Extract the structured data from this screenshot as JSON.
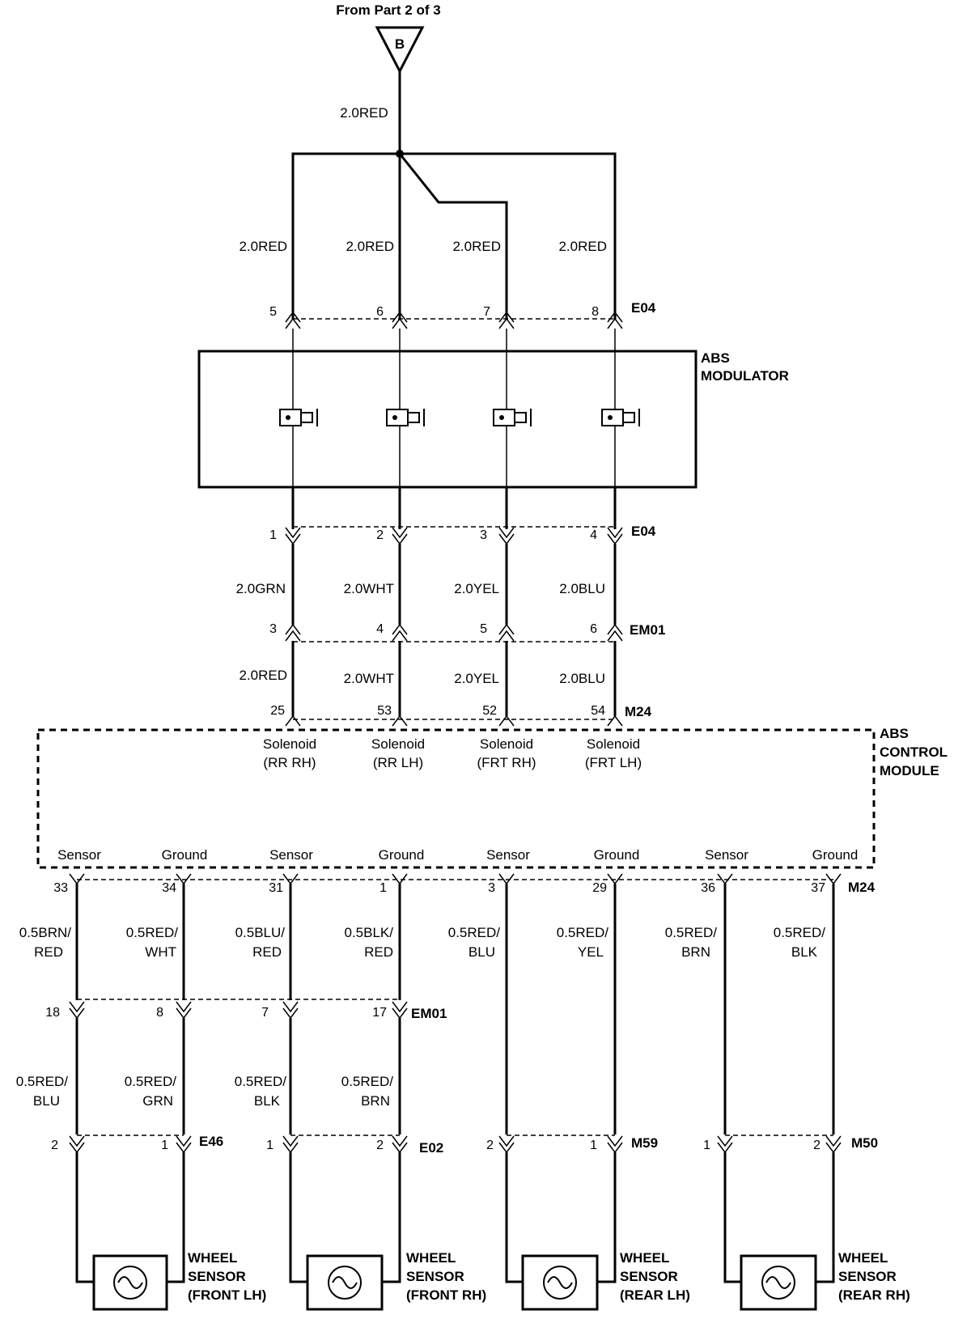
{
  "header": {
    "from_label": "From Part 2 of 3",
    "connector_letter": "B",
    "main_wire": "2.0RED"
  },
  "colors": {
    "line": "#000000",
    "background": "#ffffff"
  },
  "modulator": {
    "name_line1": "ABS",
    "name_line2": "MODULATOR",
    "top_connector": "E04",
    "bottom_connector": "E04",
    "top_wires": [
      "2.0RED",
      "2.0RED",
      "2.0RED",
      "2.0RED"
    ],
    "top_pins": [
      "5",
      "6",
      "7",
      "8"
    ],
    "bottom_pins": [
      "1",
      "2",
      "3",
      "4"
    ],
    "solenoid_icon": "solenoid-icon"
  },
  "em01_upper": {
    "connector": "EM01",
    "wires": [
      "2.0GRN",
      "2.0WHT",
      "2.0YEL",
      "2.0BLU"
    ],
    "pins": [
      "3",
      "4",
      "5",
      "6"
    ]
  },
  "m24_upper": {
    "connector": "M24",
    "wires": [
      "2.0RED",
      "2.0WHT",
      "2.0YEL",
      "2.0BLU"
    ],
    "pins": [
      "25",
      "53",
      "52",
      "54"
    ]
  },
  "control_module": {
    "name_line1": "ABS",
    "name_line2": "CONTROL",
    "name_line3": "MODULE",
    "solenoids": [
      {
        "l1": "Solenoid",
        "l2": "(RR RH)"
      },
      {
        "l1": "Solenoid",
        "l2": "(RR LH)"
      },
      {
        "l1": "Solenoid",
        "l2": "(FRT RH)"
      },
      {
        "l1": "Solenoid",
        "l2": "(FRT LH)"
      }
    ],
    "terminals": [
      "Sensor",
      "Ground",
      "Sensor",
      "Ground",
      "Sensor",
      "Ground",
      "Sensor",
      "Ground"
    ]
  },
  "m24_lower": {
    "connector": "M24",
    "pins": [
      "33",
      "34",
      "31",
      "1",
      "3",
      "29",
      "36",
      "37"
    ],
    "wires": [
      {
        "l1": "0.5BRN/",
        "l2": "RED"
      },
      {
        "l1": "0.5RED/",
        "l2": "WHT"
      },
      {
        "l1": "0.5BLU/",
        "l2": "RED"
      },
      {
        "l1": "0.5BLK/",
        "l2": "RED"
      },
      {
        "l1": "0.5RED/",
        "l2": "BLU"
      },
      {
        "l1": "0.5RED/",
        "l2": "YEL"
      },
      {
        "l1": "0.5RED/",
        "l2": "BRN"
      },
      {
        "l1": "0.5RED/",
        "l2": "BLK"
      }
    ]
  },
  "em01_lower": {
    "connector": "EM01",
    "pins": [
      "18",
      "8",
      "7",
      "17"
    ],
    "wires": [
      {
        "l1": "0.5RED/",
        "l2": "BLU"
      },
      {
        "l1": "0.5RED/",
        "l2": "GRN"
      },
      {
        "l1": "0.5RED/",
        "l2": "BLK"
      },
      {
        "l1": "0.5RED/",
        "l2": "BRN"
      }
    ]
  },
  "sensor_connectors": [
    {
      "name": "E46",
      "pins": [
        "2",
        "1"
      ]
    },
    {
      "name": "E02",
      "pins": [
        "1",
        "2"
      ]
    },
    {
      "name": "M59",
      "pins": [
        "2",
        "1"
      ]
    },
    {
      "name": "M50",
      "pins": [
        "1",
        "2"
      ]
    }
  ],
  "wheel_sensors": [
    {
      "l1": "WHEEL",
      "l2": "SENSOR",
      "l3": "(FRONT LH)"
    },
    {
      "l1": "WHEEL",
      "l2": "SENSOR",
      "l3": "(FRONT RH)"
    },
    {
      "l1": "WHEEL",
      "l2": "SENSOR",
      "l3": "(REAR LH)"
    },
    {
      "l1": "WHEEL",
      "l2": "SENSOR",
      "l3": "(REAR RH)"
    }
  ],
  "icons": {
    "ground_triangle": "connector-triangle-icon",
    "wheel_sensor": "sine-wave-icon"
  }
}
